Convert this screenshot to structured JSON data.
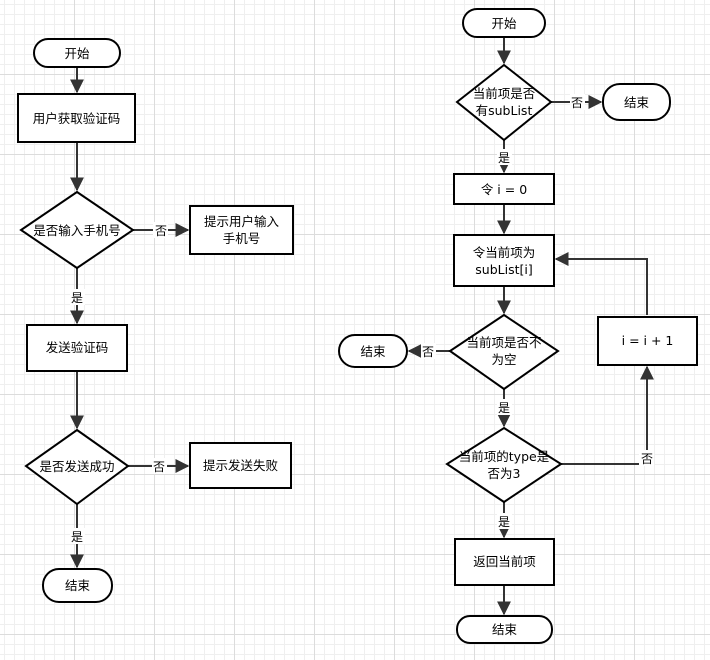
{
  "left_flow": {
    "start": "开始",
    "get_code": "用户获取验证码",
    "check_phone": "是否输入手机号",
    "prompt_phone_line1": "提示用户输入",
    "prompt_phone_line2": "手机号",
    "send_code": "发送验证码",
    "check_sent": "是否发送成功",
    "prompt_failed": "提示发送失败",
    "end": "结束",
    "label_no_1": "否",
    "label_yes_1": "是",
    "label_no_2": "否",
    "label_yes_2": "是"
  },
  "right_flow": {
    "start": "开始",
    "check_sublist_line1": "当前项是否",
    "check_sublist_line2": "有subList",
    "end_top": "结束",
    "set_i": "令 i = 0",
    "set_current_line1": "令当前项为",
    "set_current_line2": "subList[i]",
    "check_empty_line1": "当前项是否不",
    "check_empty_line2": "为空",
    "end_left": "结束",
    "increment": "i = i + 1",
    "check_type_line1": "当前项的type是",
    "check_type_line2": "否为3",
    "return_item": "返回当前项",
    "end_bottom": "结束",
    "label_no_top": "否",
    "label_yes_top": "是",
    "label_no_empty": "否",
    "label_yes_empty": "是",
    "label_no_type": "否",
    "label_yes_type": "是"
  }
}
